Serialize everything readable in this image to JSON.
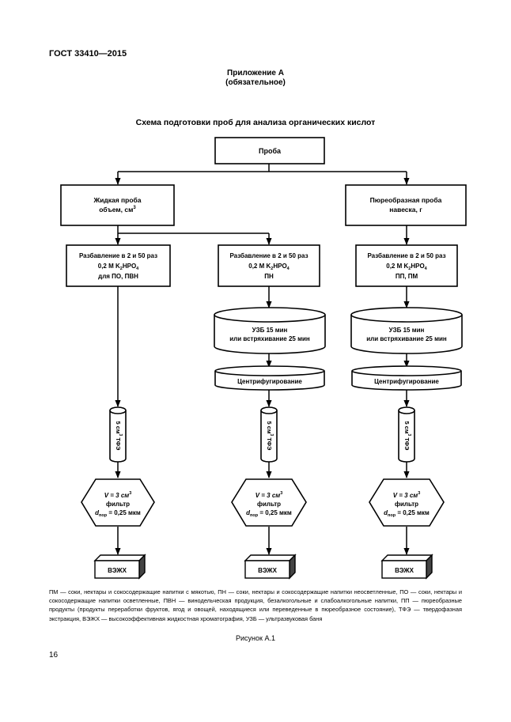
{
  "header": {
    "standard": "ГОСТ 33410—2015",
    "appendix_title": "Приложение А",
    "appendix_status": "(обязательное)"
  },
  "scheme_title": "Схема подготовки проб для анализа органических кислот",
  "flow": {
    "sample": "Проба",
    "liquid": {
      "line1": "Жидкая проба",
      "line2": "объем, см",
      "sup": "3"
    },
    "puree": {
      "line1": "Пюреобразная проба",
      "line2": "навеска, г"
    },
    "dilution": {
      "line1": "Разбавление в 2 и 50 раз",
      "line2_pre": "0,2 М K",
      "sub_k": "2",
      "line2_mid": "HPO",
      "sub_o": "4",
      "left_line3": "для ПО, ПВН",
      "mid_line3": "ПН",
      "right_line3": "ПП, ПМ"
    },
    "ultrasound": {
      "line1": "УЗБ 15 мин",
      "line2": "или встряхивание 25 мин"
    },
    "centrifuge": "Центрифугирование",
    "spe": {
      "pre": "5 см",
      "sup": "3",
      "post": " ТФЭ"
    },
    "filter": {
      "line1_pre": "V = 3 см",
      "line1_sup": "3",
      "line2": "фильтр",
      "line3_d": "d",
      "line3_sub": "пор",
      "line3_post": " = 0,25 мкм"
    },
    "hplc": "ВЭЖХ"
  },
  "notes": "ПМ — соки, нектары и сокосодержащие напитки с мякотью, ПН — соки, нектары и сокосодержащие напитки неосветленные, ПО — соки, нектары и сокосодержащие напитки осветленные, ПВН — винодельческая продукция, безалкогольные и слабоалкогольные напитки, ПП — пюреобразные продукты (продукты переработки фруктов, ягод и овощей, находящиеся или переведенные в пюреобразное состояние), ТФЭ — твердофазная экстракция, ВЭЖХ — высокоэффективная жидкостная хроматография, УЗБ — ультразвуковая баня",
  "caption": "Рисунок А.1",
  "page_number": "16"
}
